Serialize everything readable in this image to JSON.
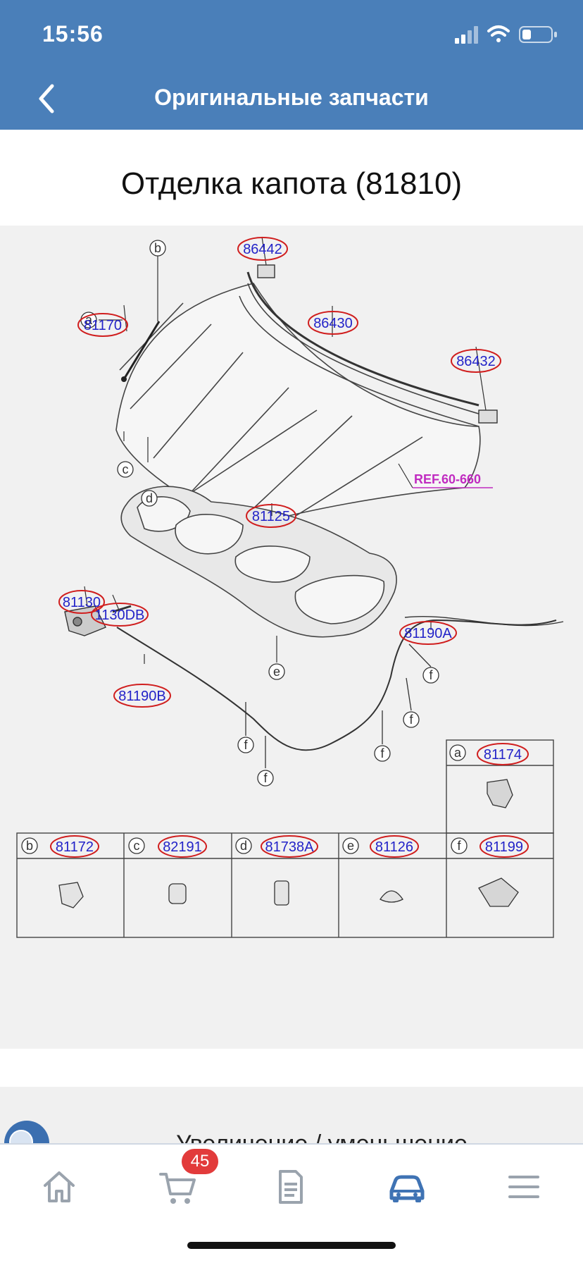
{
  "status_bar": {
    "time": "15:56"
  },
  "nav": {
    "title": "Оригинальные запчасти"
  },
  "page": {
    "title": "Отделка капота (81810)"
  },
  "diagram": {
    "ref_label": "REF.60-660",
    "callouts": {
      "c86442": "86442",
      "c86430": "86430",
      "c86432": "86432",
      "c81170": "81170",
      "c81125": "81125",
      "c81130": "81130",
      "c1130DB": "1130DB",
      "c81190A": "81190A",
      "c81190B": "81190B",
      "c81174": "81174"
    },
    "letters": {
      "a": "a",
      "b": "b",
      "c": "c",
      "d": "d",
      "e": "e",
      "f": "f"
    },
    "legend": [
      {
        "letter": "b",
        "code": "81172"
      },
      {
        "letter": "c",
        "code": "82191"
      },
      {
        "letter": "d",
        "code": "81738A"
      },
      {
        "letter": "e",
        "code": "81126"
      },
      {
        "letter": "f",
        "code": "81199"
      }
    ],
    "legend_a": {
      "letter": "a",
      "code": "81174"
    }
  },
  "controls": {
    "zoom_label": "Увеличение / уменьшение"
  },
  "tabbar": {
    "cart_badge": "45",
    "active_tab": "car",
    "icons": [
      "home-icon",
      "cart-icon",
      "document-icon",
      "car-icon",
      "menu-icon"
    ],
    "active_color": "#3f73b4",
    "inactive_color": "#9aa3ad"
  },
  "colors": {
    "header_bg": "#4a7fb9",
    "callout_circle": "#d01e1e",
    "badge": "#e23b3b"
  }
}
